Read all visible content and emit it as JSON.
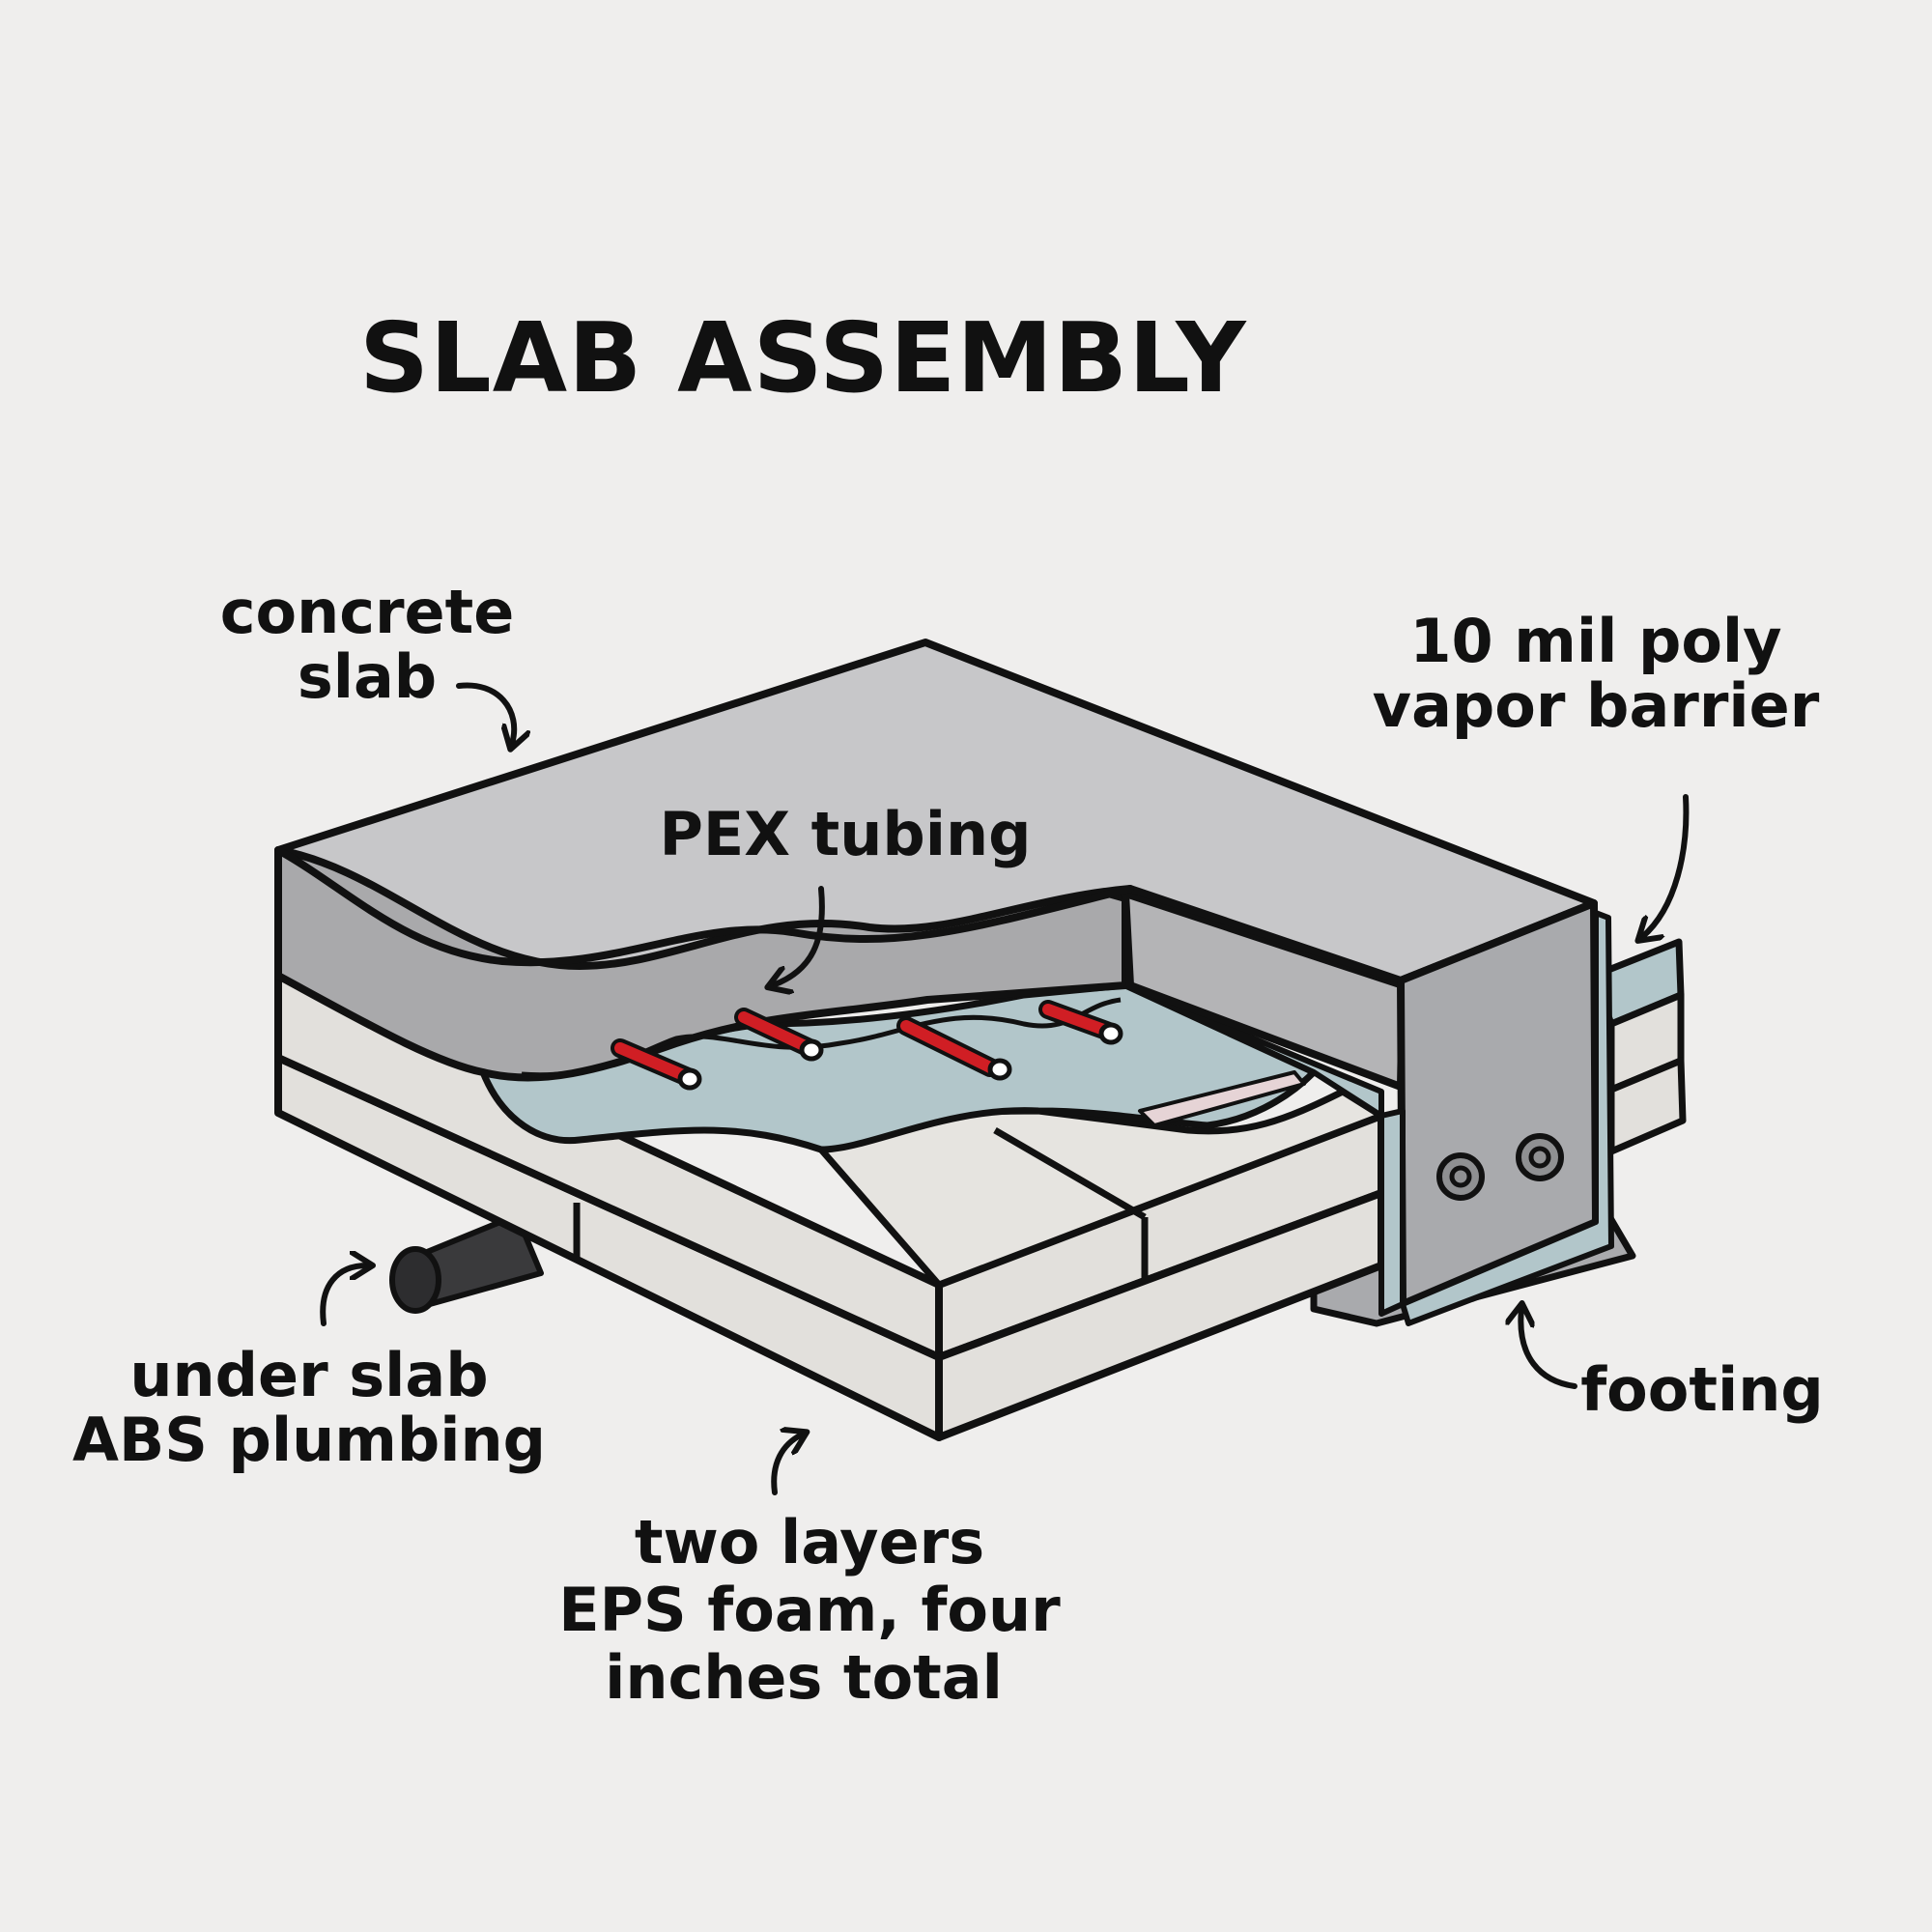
{
  "title": "SLAB ASSEMBLY",
  "labels": {
    "concrete_slab": [
      "concrete",
      "slab"
    ],
    "vapor_barrier": [
      "10 mil poly",
      "vapor barrier"
    ],
    "pex_tubing": [
      "PEX tubing"
    ],
    "plumbing": [
      "under slab",
      "ABS plumbing"
    ],
    "footing": [
      "footing"
    ],
    "eps_foam": [
      "two layers",
      "EPS foam, four",
      "inches total"
    ]
  },
  "colors": {
    "background": "#efeeed",
    "concrete_top": "#c7c7c9",
    "concrete_side": "#a9a9ab",
    "concrete_inner": "#b4b4b6",
    "vapor_barrier": "#b2c6ca",
    "eps_foam": "#e2e0dc",
    "pex": "#d01e24",
    "footing": "#a9aaad",
    "pipe": "#3a3a3c",
    "ink": "#111111"
  }
}
